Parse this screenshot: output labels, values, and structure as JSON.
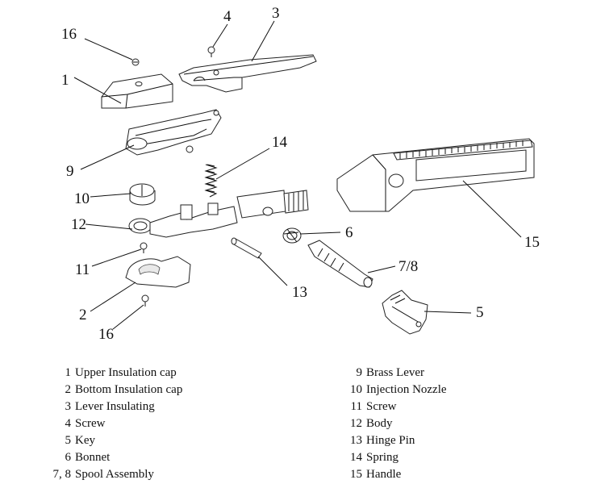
{
  "callouts": {
    "c1": "1",
    "c2": "2",
    "c3": "3",
    "c4": "4",
    "c5": "5",
    "c6": "6",
    "c78": "7/8",
    "c9": "9",
    "c10": "10",
    "c11": "11",
    "c12": "12",
    "c13": "13",
    "c14": "14",
    "c15": "15",
    "c16a": "16",
    "c16b": "16"
  },
  "legend_left": [
    {
      "num": "1",
      "name": "Upper Insulation cap"
    },
    {
      "num": "2",
      "name": "Bottom Insulation cap"
    },
    {
      "num": "3",
      "name": "Lever Insulating"
    },
    {
      "num": "4",
      "name": "Screw"
    },
    {
      "num": "5",
      "name": "Key"
    },
    {
      "num": "6",
      "name": "Bonnet"
    },
    {
      "num": "7, 8",
      "name": "Spool Assembly"
    }
  ],
  "legend_right": [
    {
      "num": "9",
      "name": "Brass Lever"
    },
    {
      "num": "10",
      "name": "Injection Nozzle"
    },
    {
      "num": "11",
      "name": "Screw"
    },
    {
      "num": "12",
      "name": "Body"
    },
    {
      "num": "13",
      "name": "Hinge Pin"
    },
    {
      "num": "14",
      "name": "Spring"
    },
    {
      "num": "15",
      "name": "Handle"
    }
  ]
}
